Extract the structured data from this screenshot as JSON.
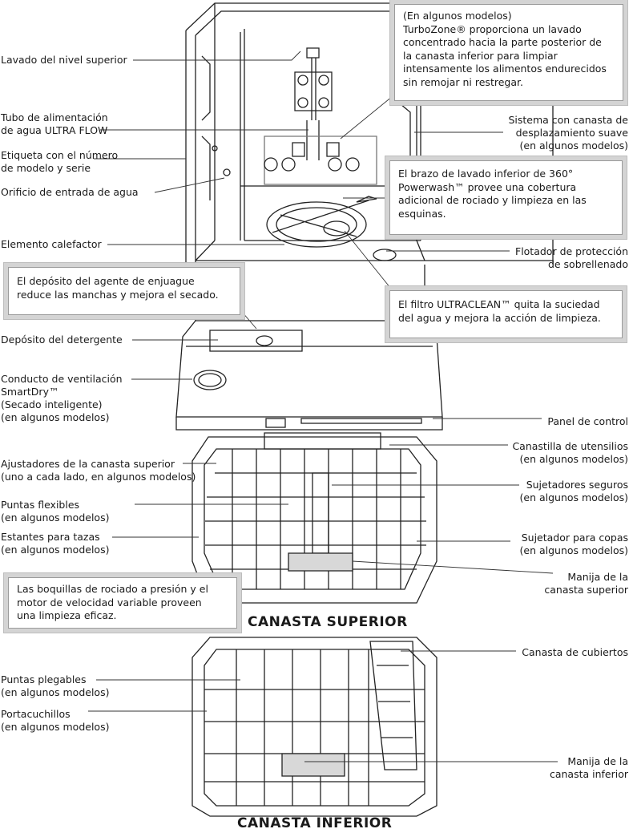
{
  "labels": {
    "lavado_superior": "Lavado del nivel superior",
    "tubo_alimentacion": "Tubo de alimentación\nde agua ULTRA FLOW",
    "etiqueta_modelo": "Etiqueta con el número\nde modelo y serie",
    "orificio_entrada": "Orificio de entrada de agua",
    "elemento_calefactor": "Elemento calefactor",
    "deposito_detergente": "Depósito del detergente",
    "conducto_ventilacion": "Conducto de ventilación\nSmartDry™\n(Secado inteligente)\n(en algunos modelos)",
    "sistema_canasta": "Sistema con canasta de\ndesplazamiento suave\n(en algunos modelos)",
    "flotador": "Flotador de protección\nde sobrellenado",
    "panel_control": "Panel de control",
    "canastilla_utensilios": "Canastilla de utensilios\n(en algunos modelos)",
    "ajustadores": "Ajustadores de la canasta superior\n(uno a cada lado, en algunos modelos)",
    "sujetadores_seguros": "Sujetadores seguros\n(en algunos modelos)",
    "puntas_flexibles": "Puntas flexibles\n(en algunos modelos)",
    "estantes_tazas": "Estantes para tazas\n(en algunos modelos)",
    "sujetador_copas": "Sujetador para copas\n(en algunos modelos)",
    "manija_superior": "Manija de la\ncanasta superior",
    "canasta_cubiertos": "Canasta de cubiertos",
    "puntas_plegables": "Puntas plegables\n(en algunos modelos)",
    "portacuchillos": "Portacuchillos\n(en algunos modelos)",
    "manija_inferior": "Manija de la\ncanasta inferior"
  },
  "callouts": {
    "turbozone": "(En algunos modelos)\nTurboZone® proporciona un lavado\nconcentrado hacia la parte posterior de\nla canasta inferior para limpiar\nintensamente los alimentos endurecidos\nsin remojar ni restregar.",
    "brazo_lavado": "El brazo de lavado inferior de 360°\nPowerwash™ provee una cobertura\nadicional de rociado y limpieza en las\nesquinas.",
    "deposito_enjuague": "El depósito del agente de enjuague\nreduce las manchas y mejora el secado.",
    "filtro": "El filtro ULTRACLEAN™ quita la suciedad\ndel agua y mejora la acción de limpieza.",
    "boquillas": "Las boquillas de rociado a presión y el\nmotor de velocidad variable proveen\nuna limpieza eficaz."
  },
  "titles": {
    "canasta_superior": "CANASTA SUPERIOR",
    "canasta_inferior": "CANASTA INFERIOR"
  }
}
